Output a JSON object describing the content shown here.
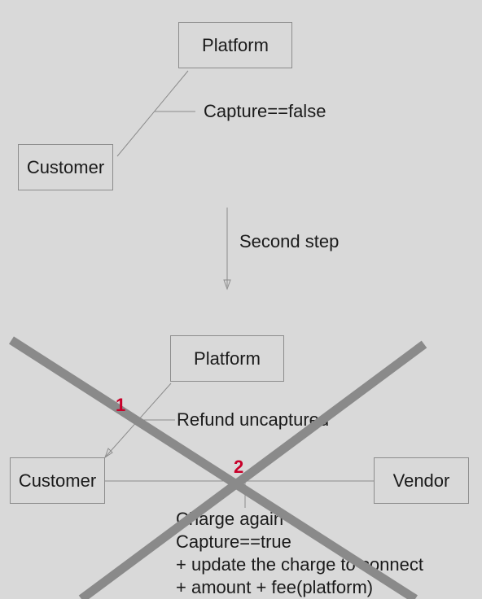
{
  "step1": {
    "platform": "Platform",
    "customer": "Customer",
    "edge_label": "Capture==false"
  },
  "transition_label": "Second step",
  "step2": {
    "platform": "Platform",
    "customer": "Customer",
    "vendor": "Vendor",
    "refund_label": "Refund uncaptured",
    "charge_lines": [
      "Charge again",
      "Capture==true",
      "+ update the charge to connect",
      "+ amount + fee(platform)"
    ],
    "markers": [
      "1",
      "2"
    ]
  },
  "colors": {
    "background": "#d9d9d9",
    "stroke": "#8c8c8c",
    "cross": "#8a8a8a",
    "marker": "#c8002a"
  }
}
